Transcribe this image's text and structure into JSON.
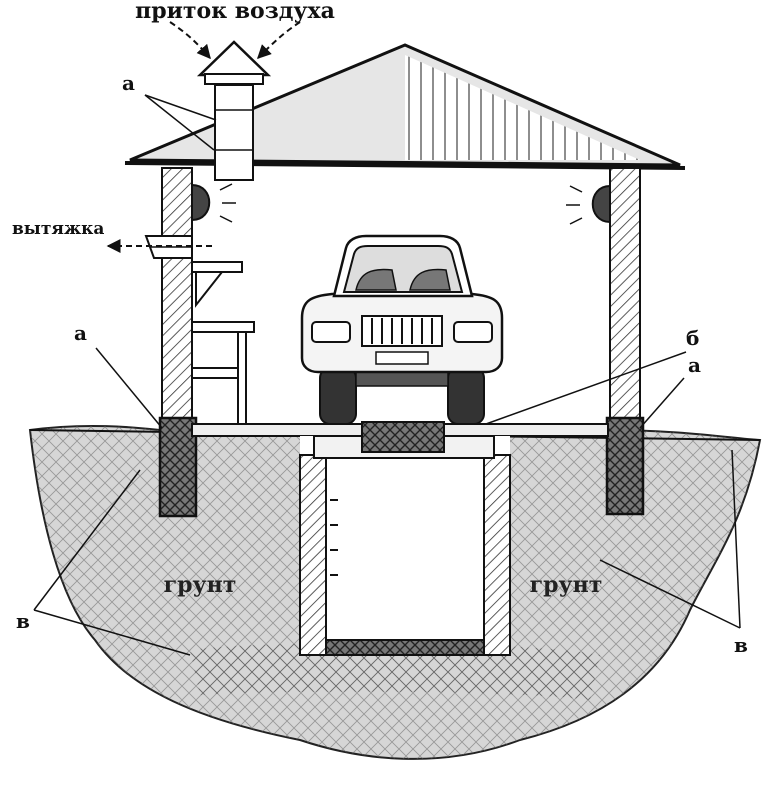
{
  "labels": {
    "air_inflow": "приток воздуха",
    "exhaust": "вытяжка",
    "soil_left": "грунт",
    "soil_right": "грунт",
    "mark_a_vent": "а",
    "mark_a_left": "а",
    "mark_a_right": "а",
    "mark_b": "б",
    "mark_v_left": "в",
    "mark_v_right": "в"
  },
  "colors": {
    "line": "#111111",
    "soil_fill": "#cfcfcf",
    "roof_fill": "#e2e2e2",
    "wall_hatch": "#333333",
    "waterproof": "#555555"
  }
}
